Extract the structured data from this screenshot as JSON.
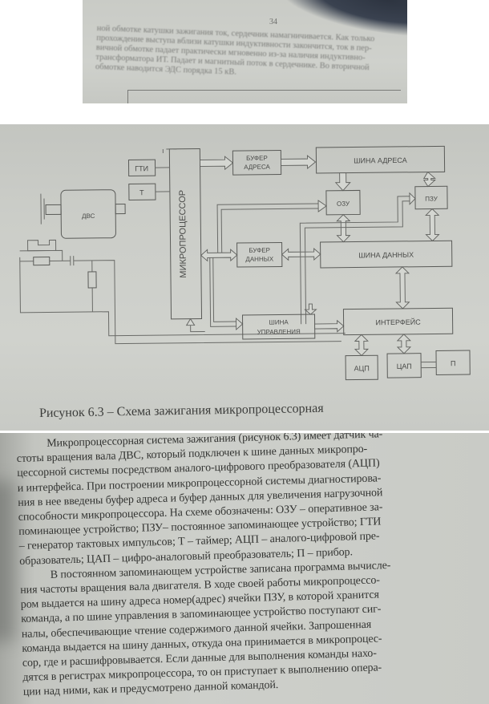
{
  "page_top": {
    "page_number": "34",
    "lines": [
      "ной обмотке катушки зажигания ток, сердечник намагничивается. Как только",
      "прохождение выступа вблизи катушки индуктивности закончится, ток в пер-",
      "вичной обмотке падает практически мгновенно из-за наличия индуктивно-",
      "трансформатора ИТ. Падает и магнитный поток в сердечнике. Во вторичной",
      "обмотке наводится ЭДС порядка 15 кВ."
    ]
  },
  "diagram": {
    "blocks": {
      "gti": "ГТИ",
      "t": "Т",
      "dvs": "ДВС",
      "microprocessor": "МИКРОПРОЦЕССОР",
      "address_buffer": [
        "БУФЕР",
        "АДРЕСА"
      ],
      "address_bus": "ШИНА АДРЕСА",
      "ram": "ОЗУ",
      "rom": "ПЗУ",
      "data_buffer": [
        "БУФЕР",
        "ДАННЫХ"
      ],
      "data_bus": "ШИНА ДАННЫХ",
      "control_bus": [
        "ШИНА",
        "УПРАВЛЕНИЯ"
      ],
      "interface": "ИНТЕРФЕЙС",
      "adc": "АЦП",
      "dac": "ЦАП",
      "device": "П"
    },
    "caption": "Рисунок 6.3 – Схема зажигания микропроцессорная"
  },
  "body_text": {
    "lines": [
      {
        "text": "Микропроцессорная система зажигания (рисунок 6.3) имеет датчик ча-",
        "indent": true
      },
      {
        "text": "стоты вращения вала ДВС, который подключен к шине данных микропро-",
        "indent": false
      },
      {
        "text": "цессорной системы посредством аналого-цифрового преобразователя (АЦП)",
        "indent": false
      },
      {
        "text": "и интерфейса. При построении микропроцессорной системы диагностирова-",
        "indent": false
      },
      {
        "text": "ния в нее введены буфер адреса и буфер данных для увеличения нагрузочной",
        "indent": false
      },
      {
        "text": "способности микропроцессора. На схеме обозначены: ОЗУ – оперативное за-",
        "indent": false
      },
      {
        "text": "поминающее устройство; ПЗУ–  постоянное запоминающее устройство; ГТИ",
        "indent": false
      },
      {
        "text": "– генератор тактовых импульсов; Т – таймер; АЦП – аналого-цифровой пре-",
        "indent": false
      },
      {
        "text": "образователь; ЦАП – цифро-аналоговый преобразователь; П – прибор.",
        "indent": false
      },
      {
        "text": "В постоянном запоминающем устройстве записана программа вычисле-",
        "indent": true
      },
      {
        "text": "ния частоты вращения вала двигателя. В ходе своей работы микропроцессо-",
        "indent": false
      },
      {
        "text": "ром выдается на шину адреса номер(адрес) ячейки ПЗУ, в которой хранится",
        "indent": false
      },
      {
        "text": "команда, а по шине управления в запоминающее устройство поступают сиг-",
        "indent": false
      },
      {
        "text": "налы, обеспечивающие чтение содержимого данной ячейки. Запрошенная",
        "indent": false
      },
      {
        "text": "команда выдается на шину данных, откуда она принимается в микропроцес-",
        "indent": false
      },
      {
        "text": "сор, где и расшифровывается. Если данные для выполнения команды нахо-",
        "indent": false
      },
      {
        "text": "дятся в регистрах микропроцессора, то он приступает к выполнению опера-",
        "indent": false
      },
      {
        "text": "ции над ними, как и предусмотрено данной командой.",
        "indent": false
      }
    ]
  }
}
